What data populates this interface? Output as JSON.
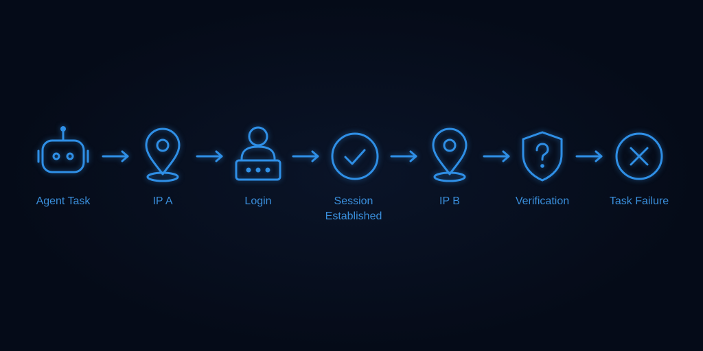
{
  "diagram": {
    "steps": [
      {
        "label": "Agent Task",
        "icon": "robot-icon"
      },
      {
        "label": "IP A",
        "icon": "location-pin-icon"
      },
      {
        "label": "Login",
        "icon": "login-user-icon"
      },
      {
        "label_lines": [
          "Session",
          "Established"
        ],
        "icon": "checkmark-circle-icon"
      },
      {
        "label": "IP B",
        "icon": "location-pin-icon"
      },
      {
        "label": "Verification",
        "icon": "shield-question-icon"
      },
      {
        "label": "Task Failure",
        "icon": "x-circle-icon"
      }
    ],
    "connector_icon": "arrow-right-icon",
    "accent_color": "#2f8fe6",
    "background_color": "#050b18"
  }
}
